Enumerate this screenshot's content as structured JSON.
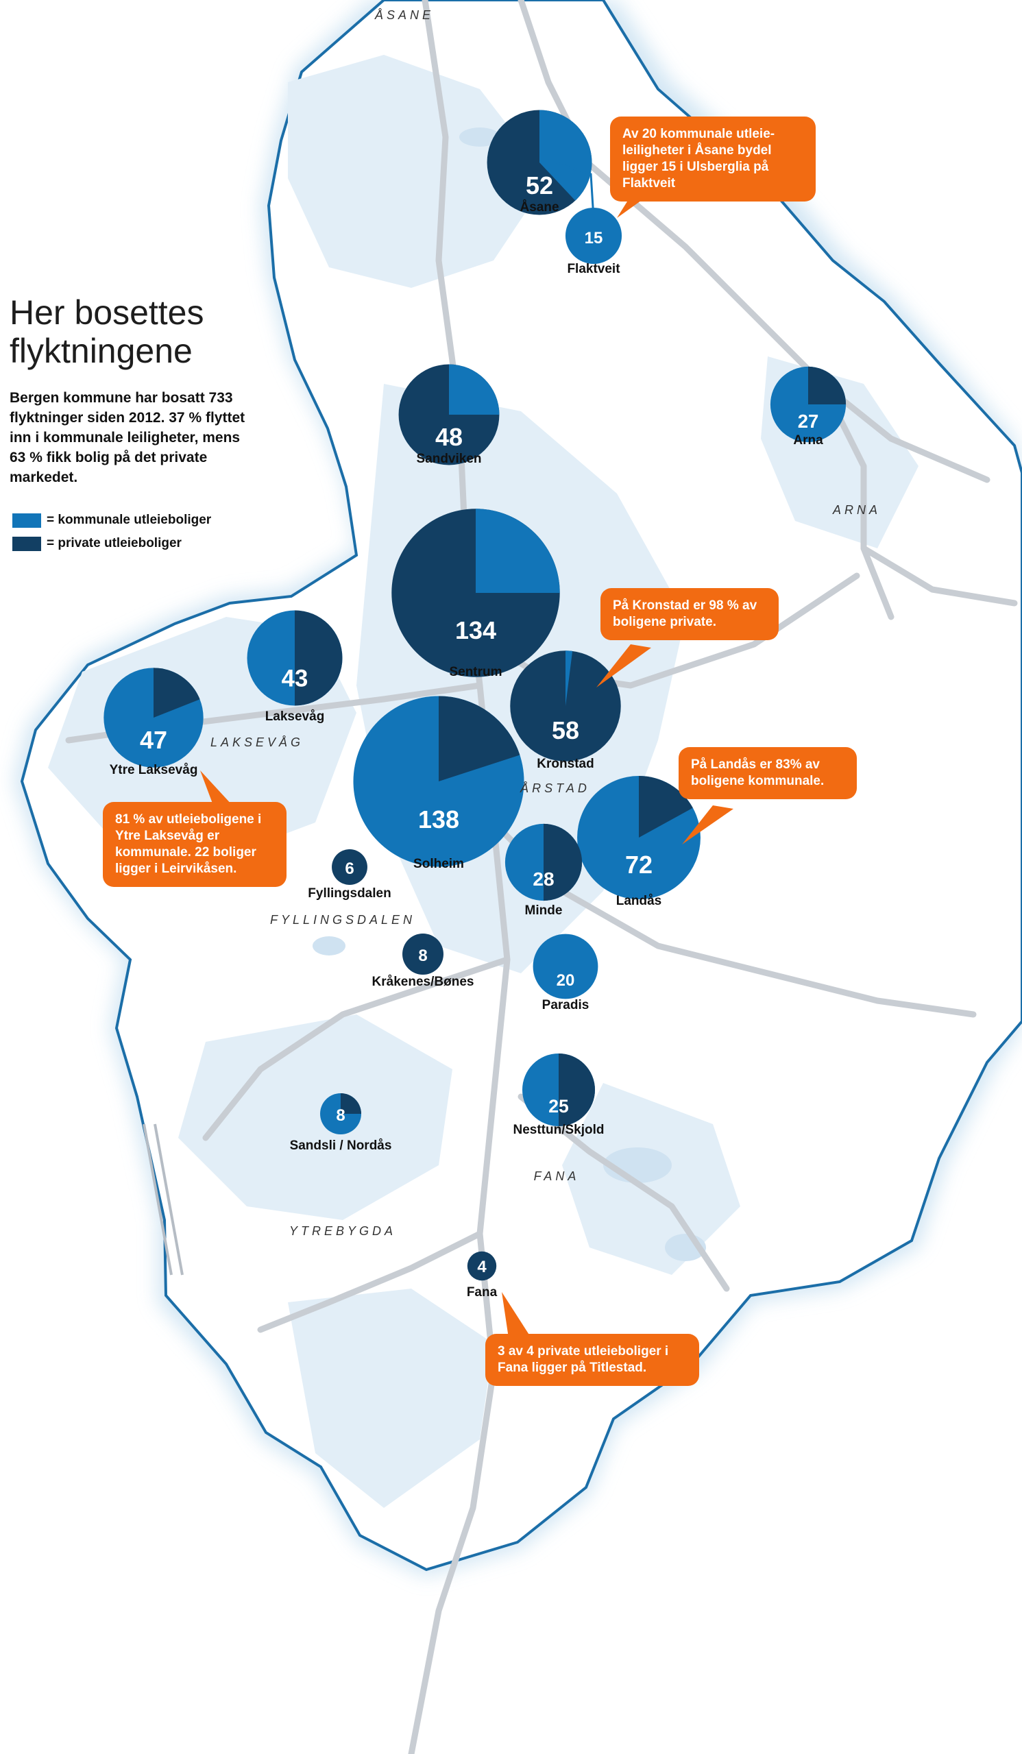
{
  "title": "Her bosettes flyktningene",
  "intro": "Bergen kommune har bosatt 733 flyktninger siden 2012. 37 % flyttet inn i kommunale leiligheter, mens 63 % fikk bolig på det private markedet.",
  "colors": {
    "kommunal": "#1275b8",
    "privat": "#123f63",
    "callout": "#f26b12",
    "land": "#e2eef7",
    "water": "#ffffff",
    "road": "#c8cdd3",
    "coast": "#1b6ea8"
  },
  "legend": [
    {
      "label": "= kommunale utleieboliger",
      "color": "#1275b8"
    },
    {
      "label": "= private utleieboliger",
      "color": "#123f63"
    }
  ],
  "areas": [
    "ÅSANE",
    "ARNA",
    "LAKSEVÅG",
    "ÅRSTAD",
    "FYLLINGSDALEN",
    "FANA",
    "YTREBYGDA"
  ],
  "districts": [
    {
      "name": "Åsane",
      "total": 52,
      "kommunal_share": 0.38
    },
    {
      "name": "Flaktveit",
      "total": 15,
      "kommunal_share": 1.0
    },
    {
      "name": "Sandviken",
      "total": 48,
      "kommunal_share": 0.25
    },
    {
      "name": "Arna",
      "total": 27,
      "kommunal_share": 0.75
    },
    {
      "name": "Sentrum",
      "total": 134,
      "kommunal_share": 0.25
    },
    {
      "name": "Laksevåg",
      "total": 43,
      "kommunal_share": 0.5
    },
    {
      "name": "Ytre Laksevåg",
      "total": 47,
      "kommunal_share": 0.81
    },
    {
      "name": "Kronstad",
      "total": 58,
      "kommunal_share": 0.02
    },
    {
      "name": "Solheim",
      "total": 138,
      "kommunal_share": 0.8
    },
    {
      "name": "Landås",
      "total": 72,
      "kommunal_share": 0.83
    },
    {
      "name": "Minde",
      "total": 28,
      "kommunal_share": 0.5
    },
    {
      "name": "Fyllingsdalen",
      "total": 6,
      "kommunal_share": 0.0
    },
    {
      "name": "Kråkenes/Bønes",
      "total": 8,
      "kommunal_share": 0.0
    },
    {
      "name": "Paradis",
      "total": 20,
      "kommunal_share": 1.0
    },
    {
      "name": "Nesttun/Skjold",
      "total": 25,
      "kommunal_share": 0.5
    },
    {
      "name": "Sandsli / Nordås",
      "total": 8,
      "kommunal_share": 0.75
    },
    {
      "name": "Fana",
      "total": 4,
      "kommunal_share": 0.0
    }
  ],
  "callouts": [
    {
      "text": "Av 20 kommunale utleie-leiligheter i Åsane bydel ligger 15 i Ulsberglia på Flaktveit"
    },
    {
      "text": "På Kronstad er 98 % av boligene private."
    },
    {
      "text": "På Landås er 83% av boligene kommunale."
    },
    {
      "text": "81 % av utleieboligene i Ytre Laksevåg er kommunale. 22 boliger ligger i Leirvikåsen."
    },
    {
      "text": "3 av 4 private utleieboliger i Fana ligger på Titlestad."
    }
  ]
}
